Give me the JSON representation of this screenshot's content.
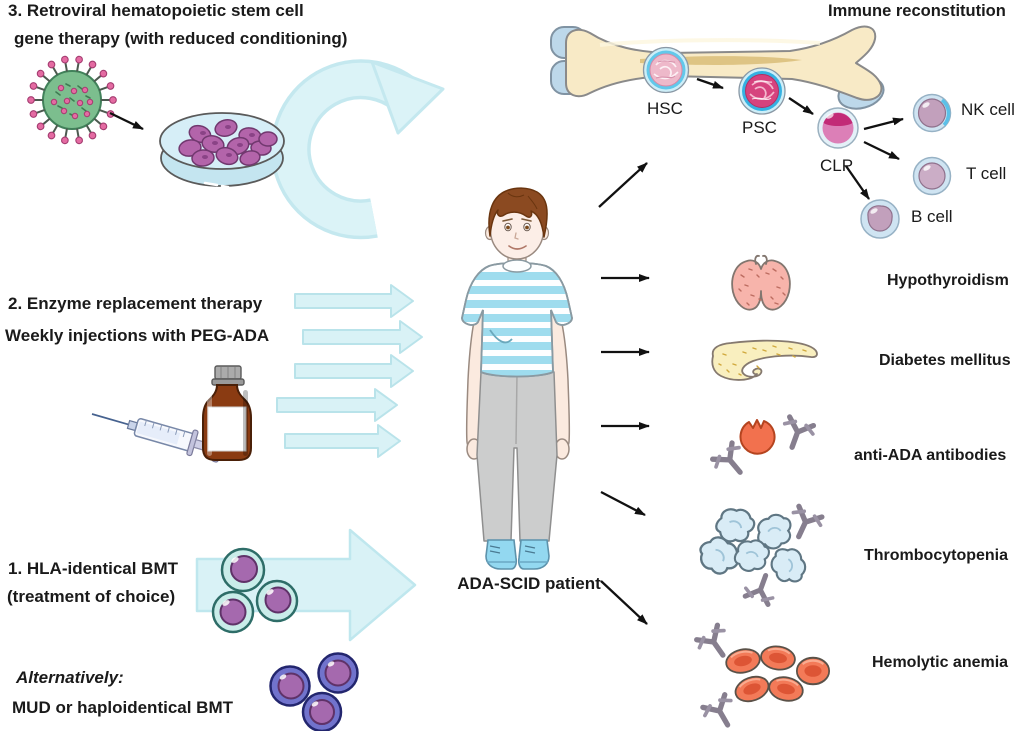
{
  "figure": {
    "patient": {
      "label": "ADA-SCID patient"
    },
    "treatments": {
      "option3": {
        "line1": "3. Retroviral hematopoietic stem cell",
        "line2": "gene therapy (with reduced conditioning)"
      },
      "option2": {
        "line1": "2. Enzyme replacement therapy",
        "line2": "Weekly injections with PEG-ADA"
      },
      "option1": {
        "line1": "1. HLA-identical BMT",
        "line2": "(treatment of choice)",
        "alt_label": "Alternatively:",
        "alt_line": "MUD or haploidentical BMT"
      }
    },
    "immune_reconstitution": {
      "title": "Immune reconstitution",
      "cells": {
        "hsc": "HSC",
        "psc": "PSC",
        "clp": "CLP",
        "nk": "NK cell",
        "t": "T cell",
        "b": "B cell"
      }
    },
    "complications": {
      "hypothyroidism": "Hypothyroidism",
      "diabetes": "Diabetes mellitus",
      "antibodies": "anti-ADA antibodies",
      "thrombocytopenia": "Thrombocytopenia",
      "anemia": "Hemolytic anemia"
    },
    "icons": [
      "virus-icon",
      "petri-dish-icon",
      "cycle-arrow-icon",
      "syringe-icon",
      "vial-icon",
      "donor-cells-icon",
      "alt-donor-cells-icon",
      "patient-figure",
      "bone-icon",
      "hsc-cell-icon",
      "psc-cell-icon",
      "clp-cell-icon",
      "nk-cell-icon",
      "t-cell-icon",
      "b-cell-icon",
      "thyroid-icon",
      "pancreas-icon",
      "ada-enzyme-icon",
      "antibody-icon",
      "platelets-icon",
      "red-blood-cells-icon"
    ],
    "colors": {
      "cyan_arrow_fill": "#d9f2f6",
      "cyan_arrow_border": "#b9e3ea",
      "bone_fill": "#f8eac6",
      "text": "#1a1a1a",
      "background": "#ffffff"
    }
  }
}
